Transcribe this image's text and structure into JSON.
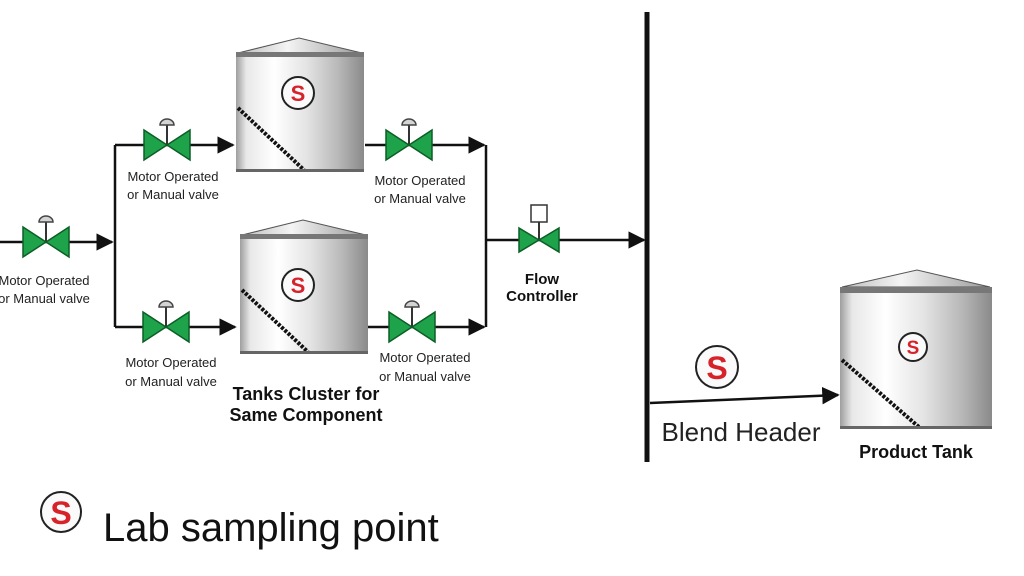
{
  "valves": {
    "inlet": [
      "Motor Operated",
      "or Manual valve"
    ],
    "upper_in": [
      "Motor Operated",
      "or Manual valve"
    ],
    "upper_out": [
      "Motor Operated",
      "or Manual valve"
    ],
    "lower_in": [
      "Motor Operated",
      "or Manual valve"
    ],
    "lower_out": [
      "Motor Operated",
      "or Manual valve"
    ]
  },
  "flow_controller": [
    "Flow",
    "Controller"
  ],
  "tanks_cluster": [
    "Tanks Cluster for",
    "Same Component"
  ],
  "blend_header": "Blend Header",
  "product_tank": "Product Tank",
  "sample_symbol": "S",
  "legend": {
    "symbol": "S",
    "label": "Lab sampling point"
  },
  "colors": {
    "valve_green": "#1fa34a",
    "sample_red": "#d8222a",
    "line": "#111111"
  }
}
